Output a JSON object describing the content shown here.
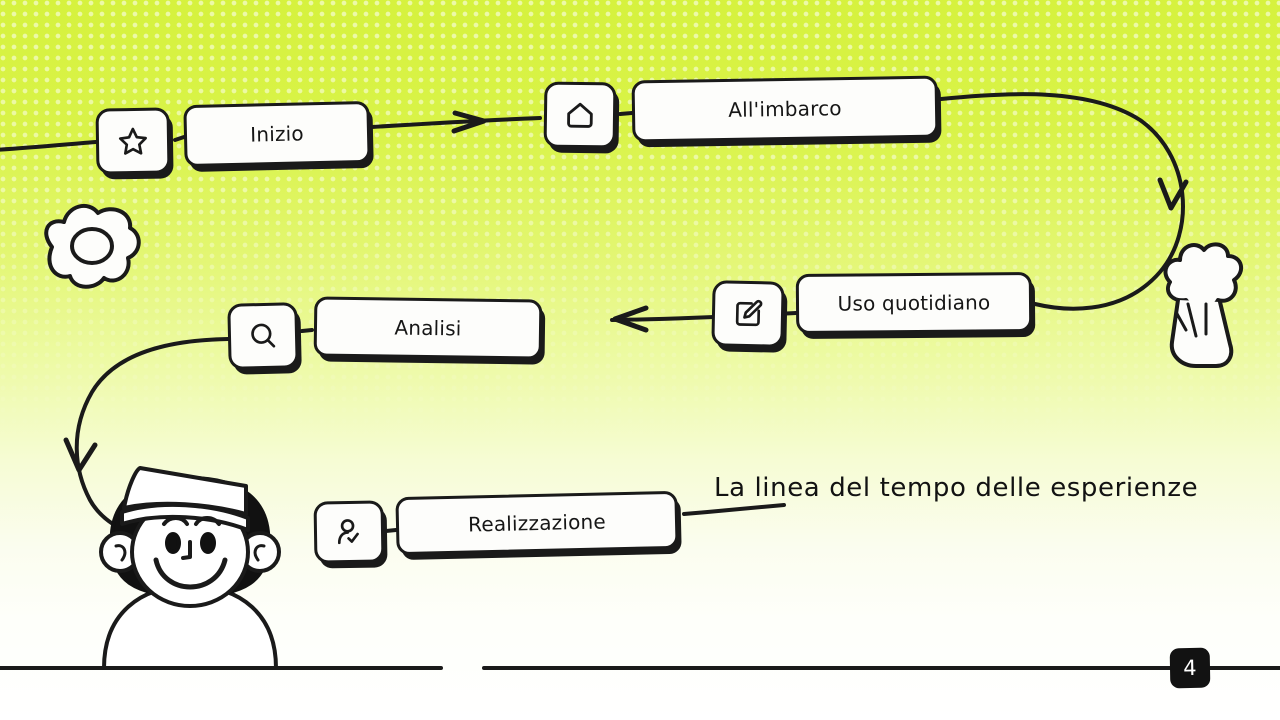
{
  "slide": {
    "title": "La linea del tempo delle esperienze",
    "page_number": "4",
    "background_top_color": "#d6f23e",
    "background_bottom_color": "#ffffff",
    "ink_color": "#1a1a1a",
    "node_fill_color": "#fdfdfb"
  },
  "timeline": {
    "nodes": [
      {
        "id": "start",
        "icon": "star-icon",
        "label": ""
      },
      {
        "id": "inizio",
        "icon": "",
        "label": "Inizio"
      },
      {
        "id": "home",
        "icon": "home-icon",
        "label": ""
      },
      {
        "id": "imbarco",
        "icon": "",
        "label": "All'imbarco"
      },
      {
        "id": "edit",
        "icon": "edit-square-icon",
        "label": ""
      },
      {
        "id": "uso",
        "icon": "",
        "label": "Uso quotidiano"
      },
      {
        "id": "search",
        "icon": "search-icon",
        "label": ""
      },
      {
        "id": "analisi",
        "icon": "",
        "label": "Analisi"
      },
      {
        "id": "person",
        "icon": "person-check-icon",
        "label": ""
      },
      {
        "id": "realizzazione",
        "icon": "",
        "label": "Realizzazione"
      }
    ]
  },
  "decorations": [
    {
      "name": "fried-egg-illustration"
    },
    {
      "name": "broccoli-illustration"
    },
    {
      "name": "chef-character-illustration"
    }
  ]
}
